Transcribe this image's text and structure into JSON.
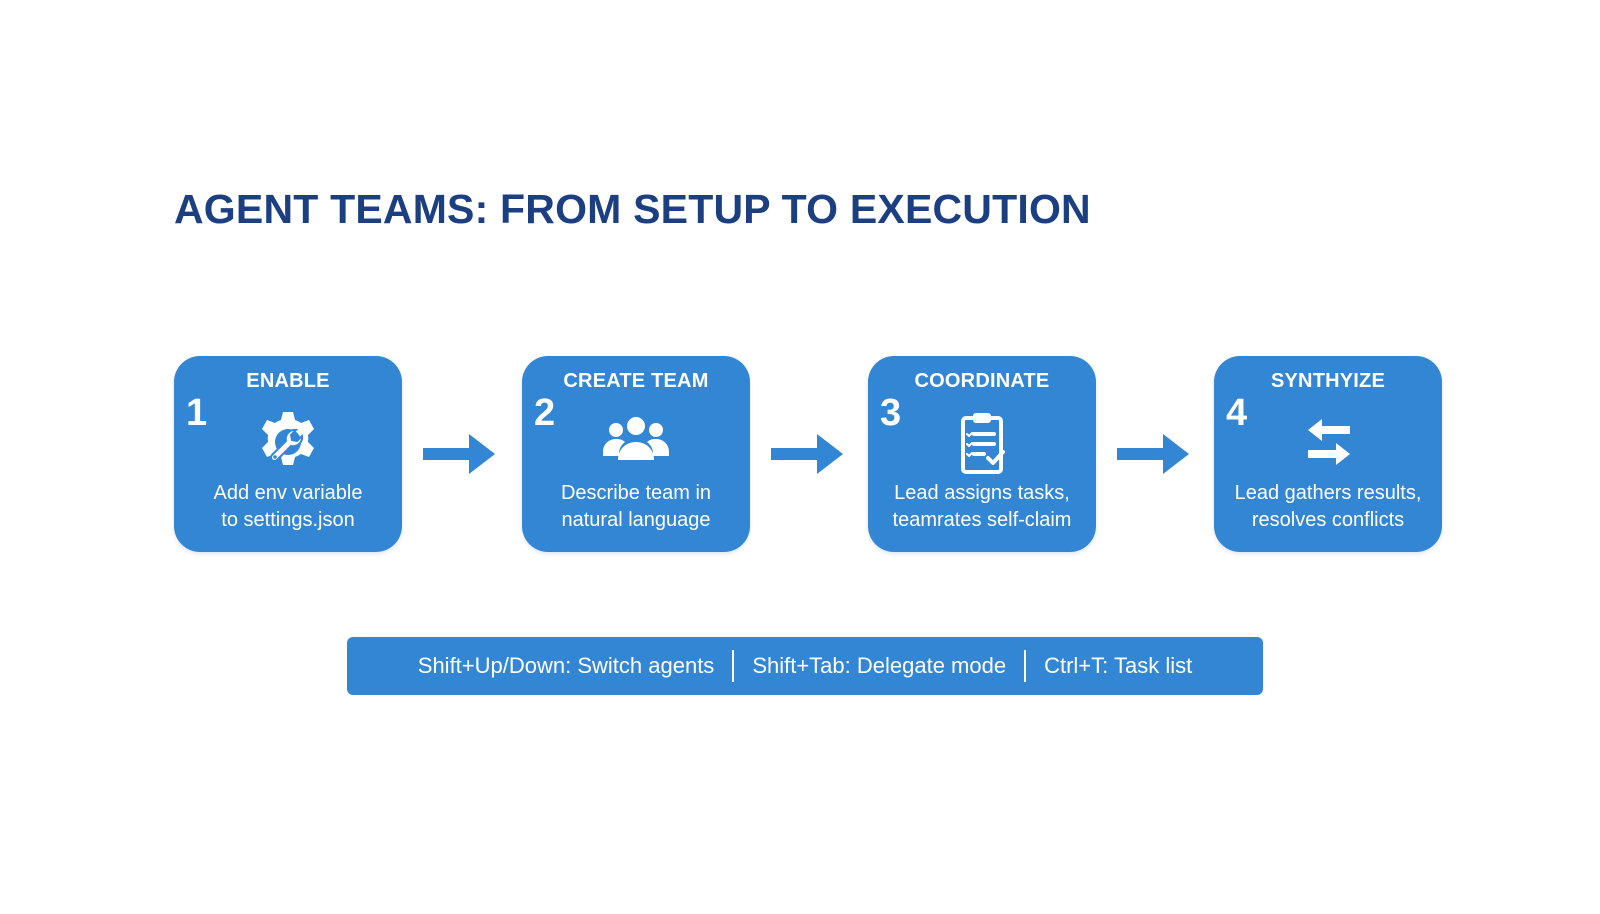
{
  "title": "AGENT TEAMS: FROM SETUP TO EXECUTION",
  "colors": {
    "title": "#1b3f80",
    "accent": "#3286d4",
    "text_on_accent": "#ffffff",
    "background": "#ffffff"
  },
  "steps": [
    {
      "number": "1",
      "label": "ENABLE",
      "icon": "gear-wrench-icon",
      "description_lines": [
        "Add env variable",
        "to settings.json"
      ]
    },
    {
      "number": "2",
      "label": "CREATE TEAM",
      "icon": "team-group-icon",
      "description_lines": [
        "Describe team in",
        "natural language"
      ]
    },
    {
      "number": "3",
      "label": "COORDINATE",
      "icon": "clipboard-checklist-icon",
      "description_lines": [
        "Lead assigns tasks,",
        "teamrates self-claim"
      ]
    },
    {
      "number": "4",
      "label": "SYNTHYIZE",
      "icon": "swap-arrows-icon",
      "description_lines": [
        "Lead gathers results,",
        "resolves conflicts"
      ]
    }
  ],
  "connectors": [
    "right-arrow-icon",
    "right-arrow-icon",
    "right-arrow-icon"
  ],
  "shortcuts": [
    "Shift+Up/Down: Switch agents",
    "Shift+Tab: Delegate mode",
    "Ctrl+T: Task list"
  ]
}
